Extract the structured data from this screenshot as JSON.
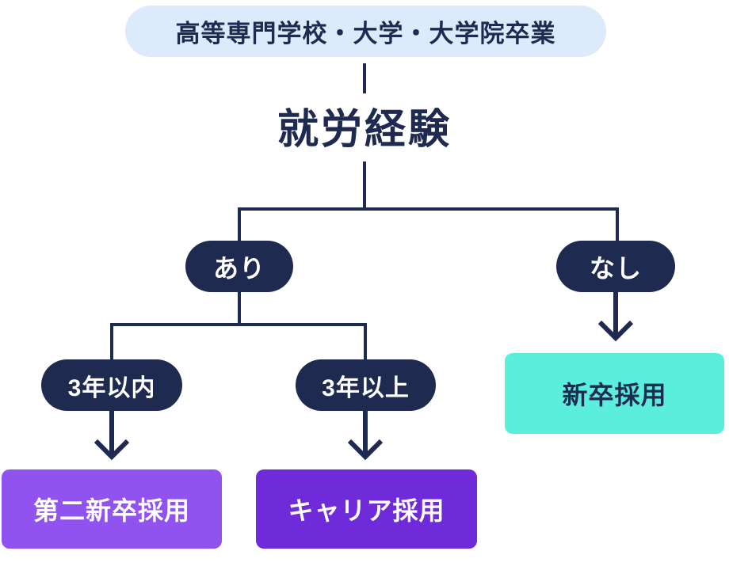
{
  "diagram": {
    "title_node": "高等専門学校・大学・大学院卒業",
    "question_node": "就労経験",
    "branch_yes": "あり",
    "branch_no": "なし",
    "sub_within_3_years": "3年以内",
    "sub_over_3_years": "3年以上",
    "outcome_second_new_grad": "第二新卒採用",
    "outcome_career": "キャリア採用",
    "outcome_new_grad": "新卒採用",
    "colors": {
      "navy": "#1F2A51",
      "light_blue": "#DDEAFB",
      "teal": "#5CEEDD",
      "purple_light": "#9153F0",
      "purple_dark": "#6F2BDA",
      "white": "#FFFFFF"
    }
  }
}
